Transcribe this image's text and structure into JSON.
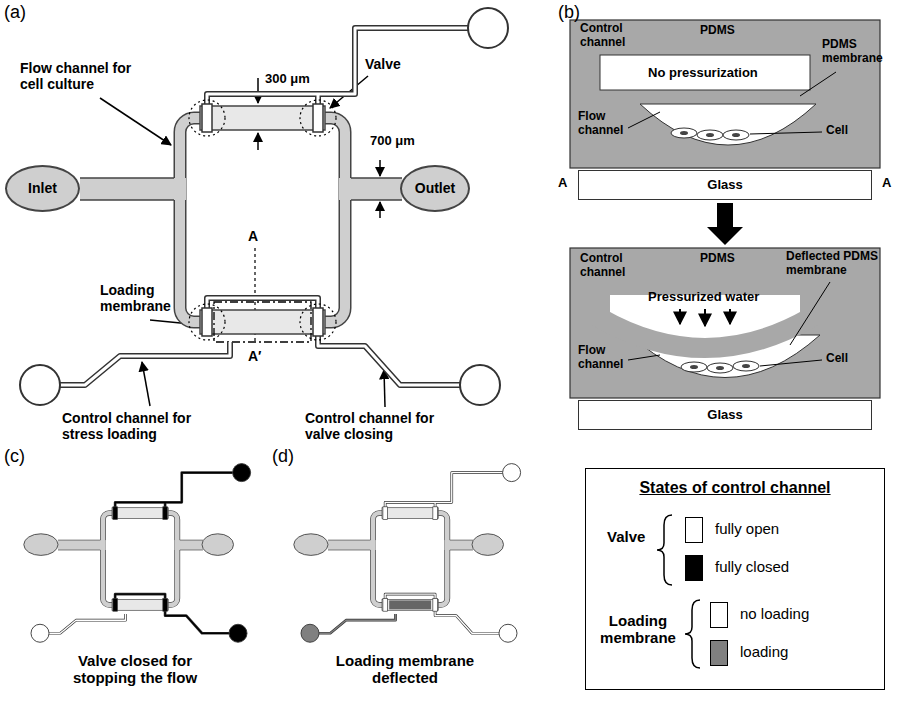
{
  "diagram": {
    "nodes": [
      {
        "text": [
          "Inlet"
        ]
      },
      {
        "text": [
          "Outlet"
        ]
      },
      {
        "text": [
          "PDMS"
        ]
      },
      {
        "text": [
          "Glass"
        ]
      },
      {
        "text": [
          "PDMS"
        ]
      },
      {
        "text": [
          "Glass"
        ]
      },
      {
        "text": [
          "States of control channel"
        ]
      }
    ],
    "edges": [
      {
        "from": 3,
        "to": 4,
        "arrow": "to"
      }
    ],
    "labels": [
      "(a)",
      "Flow channel for cell culture",
      "300 μm",
      "Valve",
      "700 μm",
      "A",
      "A′",
      "Loading membrane",
      "Control channel for stress loading",
      "Control channel for valve closing",
      "(b)",
      "Control channel",
      "PDMS membrane",
      "No pressurization",
      "Flow channel",
      "Cell",
      "A",
      "A",
      "Control channel",
      "Deflected PDMS membrane",
      "Pressurized water",
      "Flow channel",
      "Cell",
      "(c)",
      "(d)",
      "Valve closed for stopping the flow",
      "Loading membrane deflected",
      "Valve",
      "Loading membrane"
    ],
    "legend": [
      {
        "text": "fully open",
        "color": "#ffffff"
      },
      {
        "text": "fully closed",
        "color": "#000000"
      },
      {
        "text": "no loading",
        "color": "#ffffff"
      },
      {
        "text": "loading",
        "color": "#808080"
      }
    ]
  }
}
